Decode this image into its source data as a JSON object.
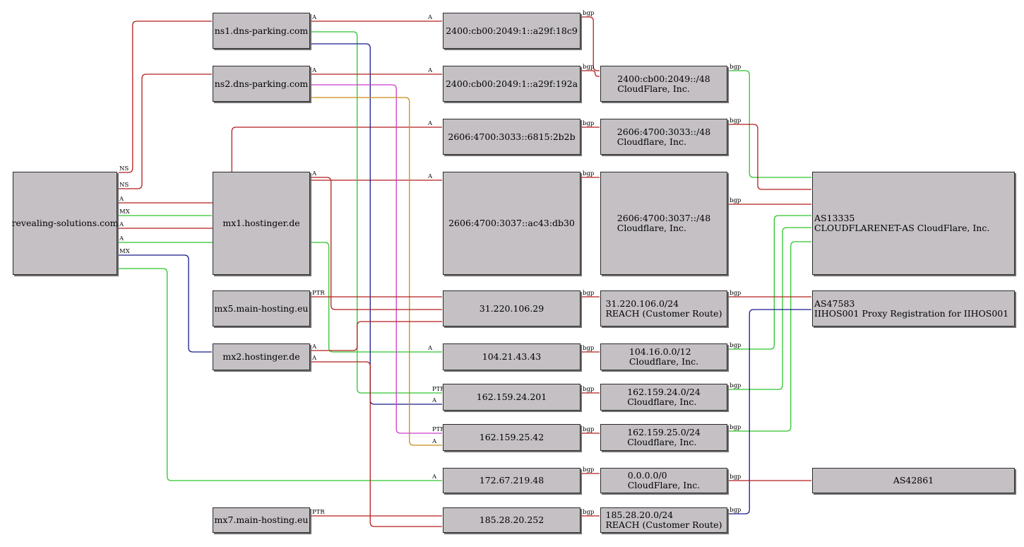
{
  "nodes": [
    {
      "id": "domain",
      "lines": [
        "revealing-solutions.com"
      ]
    },
    {
      "id": "ns1",
      "lines": [
        "ns1.dns-parking.com"
      ]
    },
    {
      "id": "ns2",
      "lines": [
        "ns2.dns-parking.com"
      ]
    },
    {
      "id": "mx1",
      "lines": [
        "mx1.hostinger.de"
      ]
    },
    {
      "id": "mx5",
      "lines": [
        "mx5.main-hosting.eu"
      ]
    },
    {
      "id": "mx2",
      "lines": [
        "mx2.hostinger.de"
      ]
    },
    {
      "id": "mx7",
      "lines": [
        "mx7.main-hosting.eu"
      ]
    },
    {
      "id": "ip6a",
      "lines": [
        "2400:cb00:2049:1::a29f:18c9"
      ]
    },
    {
      "id": "ip6b",
      "lines": [
        "2400:cb00:2049:1::a29f:192a"
      ]
    },
    {
      "id": "ip6c",
      "lines": [
        "2606:4700:3033::6815:2b2b"
      ]
    },
    {
      "id": "ip6d",
      "lines": [
        "2606:4700:3037::ac43:db30"
      ]
    },
    {
      "id": "ip31",
      "lines": [
        "31.220.106.29"
      ]
    },
    {
      "id": "ip104",
      "lines": [
        "104.21.43.43"
      ]
    },
    {
      "id": "ip162a",
      "lines": [
        "162.159.24.201"
      ]
    },
    {
      "id": "ip162b",
      "lines": [
        "162.159.25.42"
      ]
    },
    {
      "id": "ip172",
      "lines": [
        "172.67.219.48"
      ]
    },
    {
      "id": "ip185",
      "lines": [
        "185.28.20.252"
      ]
    },
    {
      "id": "pfx2400",
      "lines": [
        "2400:cb00:2049::/48",
        "CloudFlare, Inc."
      ]
    },
    {
      "id": "pfx3033",
      "lines": [
        "2606:4700:3033::/48",
        "Cloudflare, Inc."
      ]
    },
    {
      "id": "pfx3037",
      "lines": [
        "2606:4700:3037::/48",
        "Cloudflare, Inc."
      ]
    },
    {
      "id": "pfx31",
      "lines": [
        "31.220.106.0/24",
        "REACH (Customer Route)"
      ]
    },
    {
      "id": "pfx104",
      "lines": [
        "104.16.0.0/12",
        "Cloudflare, Inc."
      ]
    },
    {
      "id": "pfx162a",
      "lines": [
        "162.159.24.0/24",
        "Cloudflare, Inc."
      ]
    },
    {
      "id": "pfx162b",
      "lines": [
        "162.159.25.0/24",
        "Cloudflare, Inc."
      ]
    },
    {
      "id": "pfx0",
      "lines": [
        "0.0.0.0/0",
        "CloudFlare, Inc."
      ]
    },
    {
      "id": "pfx185",
      "lines": [
        "185.28.20.0/24",
        "REACH (Customer Route)"
      ]
    },
    {
      "id": "as13335",
      "lines": [
        "AS13335",
        "CLOUDFLARENET-AS CloudFlare, Inc."
      ]
    },
    {
      "id": "as47583",
      "lines": [
        "AS47583",
        "IIHOS001 Proxy Registration for IIHOS001"
      ]
    },
    {
      "id": "as42861",
      "lines": [
        "AS42861"
      ]
    }
  ],
  "edges": [
    {
      "from": "domain",
      "to": "ns1",
      "label": "NS",
      "color": "#b41e1e"
    },
    {
      "from": "domain",
      "to": "ns2",
      "label": "NS",
      "color": "#b41e1e"
    },
    {
      "from": "domain",
      "to": "ip6c",
      "label": "A",
      "color": "#b41e1e"
    },
    {
      "from": "domain",
      "to": "mx1",
      "label": "MX",
      "color": "#2ec42e"
    },
    {
      "from": "domain",
      "to": "ip6d",
      "label": "A",
      "color": "#b41e1e"
    },
    {
      "from": "domain",
      "to": "ip104",
      "label": "A",
      "color": "#2ec42e"
    },
    {
      "from": "domain",
      "to": "mx2",
      "label": "MX",
      "color": "#1a1a8c"
    },
    {
      "from": "domain",
      "to": "ip172",
      "label": "A",
      "color": "#2ec42e"
    },
    {
      "from": "ns1",
      "to": "ip6a",
      "label": "A",
      "color": "#b41e1e"
    },
    {
      "from": "ns1",
      "to": "ip162a",
      "label": "PTR",
      "color": "#2ec42e"
    },
    {
      "from": "ns1",
      "to": "ip162a",
      "label": "A",
      "color": "#1a1a8c"
    },
    {
      "from": "ns2",
      "to": "ip6b",
      "label": "A",
      "color": "#b41e1e"
    },
    {
      "from": "ns2",
      "to": "ip162b",
      "label": "PTR",
      "color": "#cc3ccc"
    },
    {
      "from": "ns2",
      "to": "ip162b",
      "label": "A",
      "color": "#c88c14"
    },
    {
      "from": "mx1",
      "to": "ip31",
      "label": "A",
      "color": "#b41e1e"
    },
    {
      "from": "mx5",
      "to": "ip31",
      "label": "PTR",
      "color": "#b41e1e"
    },
    {
      "from": "mx2",
      "to": "ip31",
      "label": "A",
      "color": "#b41e1e"
    },
    {
      "from": "mx2",
      "to": "ip185",
      "label": "A",
      "color": "#b41e1e"
    },
    {
      "from": "mx7",
      "to": "ip185",
      "label": "PTR",
      "color": "#b41e1e"
    },
    {
      "from": "ip6a",
      "to": "pfx2400",
      "label": "bgp",
      "color": "#b41e1e"
    },
    {
      "from": "ip6b",
      "to": "pfx2400",
      "label": "bgp",
      "color": "#b41e1e"
    },
    {
      "from": "ip6c",
      "to": "pfx3033",
      "label": "bgp",
      "color": "#b41e1e"
    },
    {
      "from": "ip6d",
      "to": "pfx3037",
      "label": "bgp",
      "color": "#b41e1e"
    },
    {
      "from": "ip31",
      "to": "pfx31",
      "label": "bgp",
      "color": "#b41e1e"
    },
    {
      "from": "ip104",
      "to": "pfx104",
      "label": "bgp",
      "color": "#b41e1e"
    },
    {
      "from": "ip162a",
      "to": "pfx162a",
      "label": "bgp",
      "color": "#b41e1e"
    },
    {
      "from": "ip162b",
      "to": "pfx162b",
      "label": "bgp",
      "color": "#b41e1e"
    },
    {
      "from": "ip172",
      "to": "pfx0",
      "label": "bgp",
      "color": "#b41e1e"
    },
    {
      "from": "ip185",
      "to": "pfx185",
      "label": "bgp",
      "color": "#b41e1e"
    },
    {
      "from": "pfx2400",
      "to": "as13335",
      "label": "bgp",
      "color": "#2ec42e"
    },
    {
      "from": "pfx3033",
      "to": "as13335",
      "label": "bgp",
      "color": "#b41e1e"
    },
    {
      "from": "pfx3037",
      "to": "as13335",
      "label": "bgp",
      "color": "#b41e1e"
    },
    {
      "from": "pfx104",
      "to": "as13335",
      "label": "bgp",
      "color": "#2ec42e"
    },
    {
      "from": "pfx162a",
      "to": "as13335",
      "label": "bgp",
      "color": "#2ec42e"
    },
    {
      "from": "pfx162b",
      "to": "as13335",
      "label": "bgp",
      "color": "#2ec42e"
    },
    {
      "from": "pfx31",
      "to": "as47583",
      "label": "bgp",
      "color": "#b41e1e"
    },
    {
      "from": "pfx185",
      "to": "as47583",
      "label": "bgp",
      "color": "#1a1a8c"
    },
    {
      "from": "pfx0",
      "to": "as42861",
      "label": "bgp",
      "color": "#b41e1e"
    }
  ]
}
